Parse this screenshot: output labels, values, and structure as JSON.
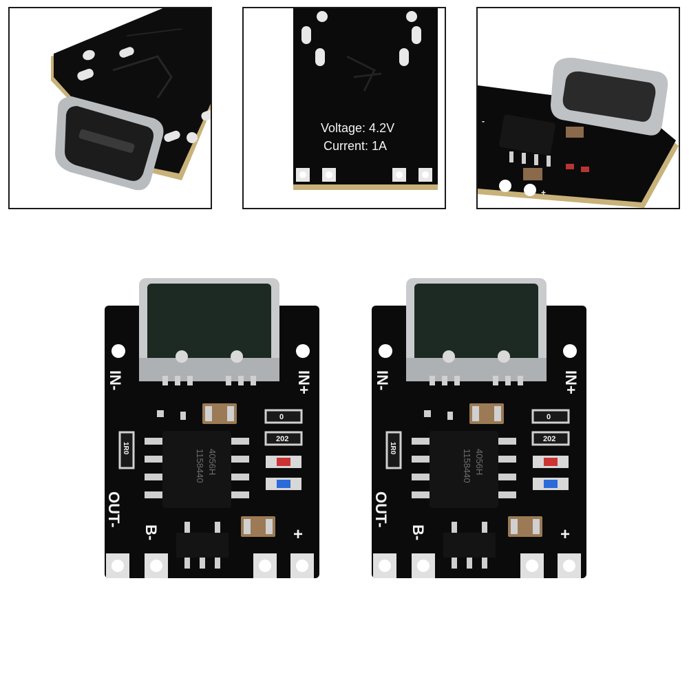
{
  "detail_panels": {
    "panel_2": {
      "voltage_label": "Voltage: 4.2V",
      "current_label": "Current: 1A"
    }
  },
  "boards": {
    "silk_in_minus": "IN-",
    "silk_in_plus": "IN+",
    "silk_out_minus": "OUT-",
    "silk_b_minus": "B-",
    "silk_plus": "+",
    "chip_line1": "4056H",
    "chip_line2": "1158440",
    "resistor_1": "0",
    "resistor_2": "202",
    "resistor_3": "1R0"
  },
  "colors": {
    "pcb": "#0b0b0b",
    "silkscreen": "#f4f4f4",
    "connector": "#c9cbcd"
  }
}
